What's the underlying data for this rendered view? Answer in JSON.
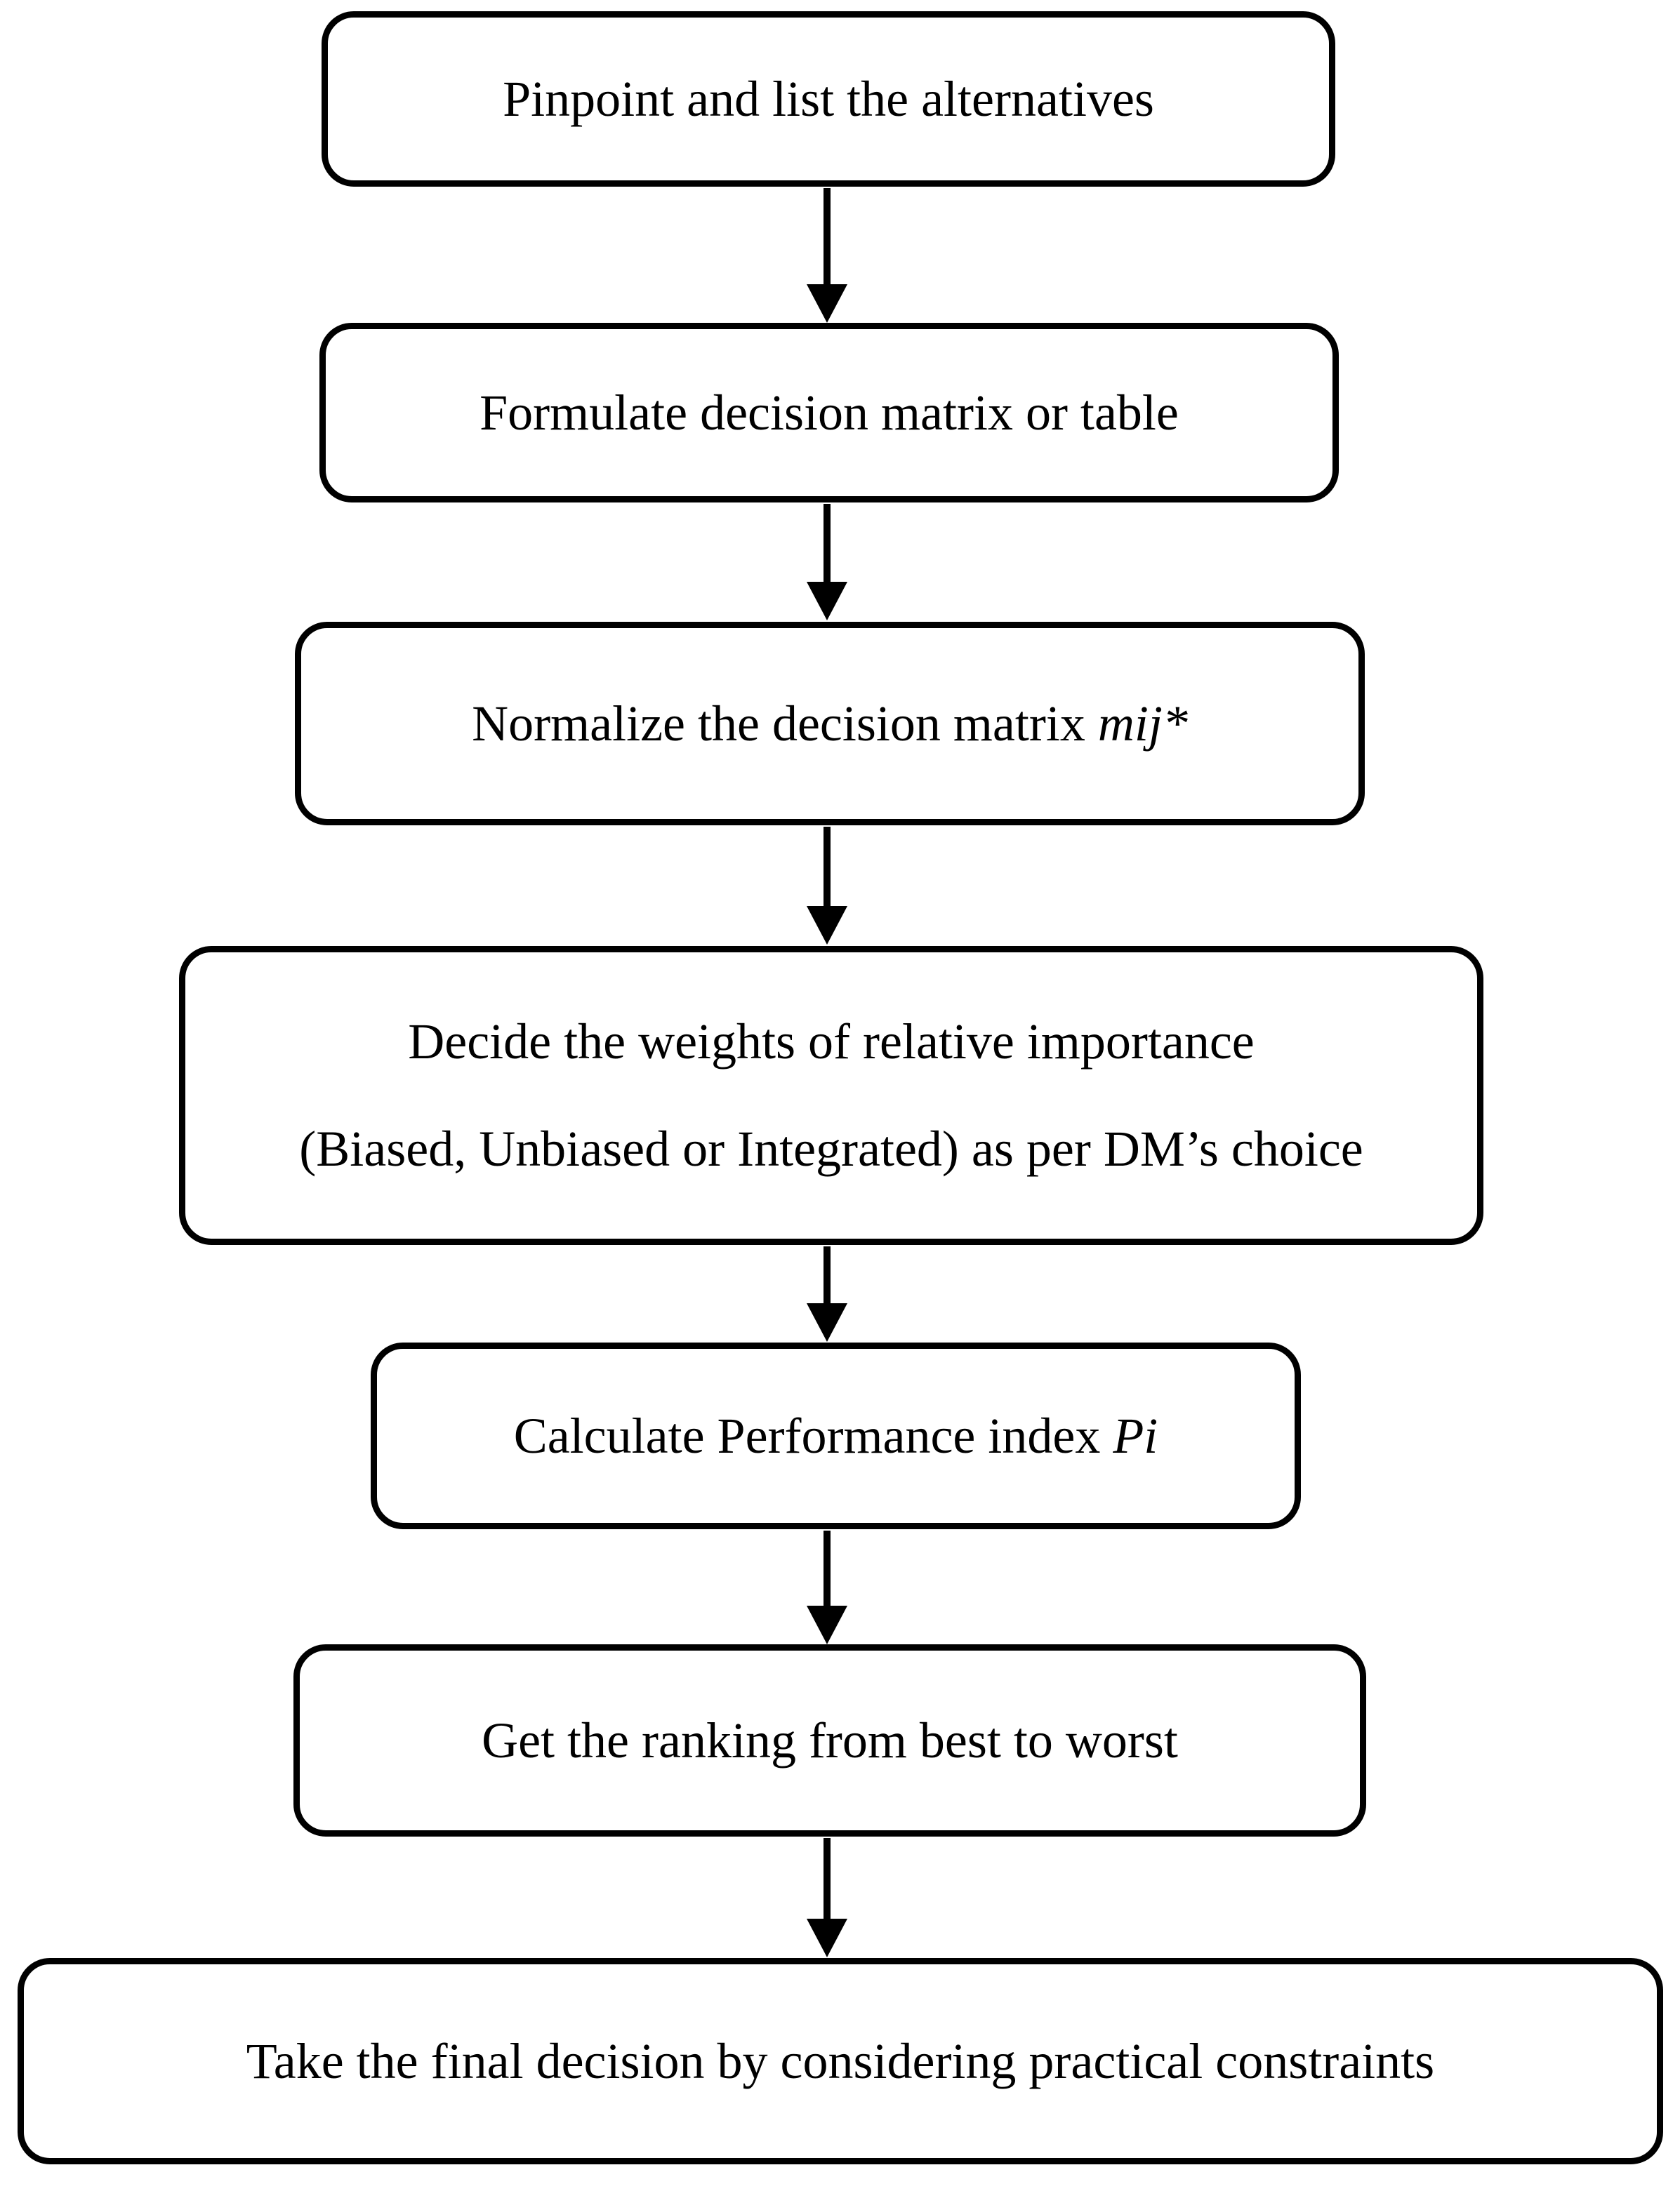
{
  "figure": {
    "type": "flowchart",
    "direction": "top-to-bottom",
    "colors": {
      "background": "#ffffff",
      "stroke": "#000000",
      "text": "#000000"
    }
  },
  "nodes": {
    "n1": {
      "text": "Pinpoint and list the alternatives"
    },
    "n2": {
      "text": "Formulate decision matrix or table"
    },
    "n3": {
      "prefix": "Normalize the decision matrix ",
      "em": "mij*"
    },
    "n4": {
      "line1": "Decide the weights of relative importance",
      "line2": "(Biased, Unbiased or Integrated) as per DM’s choice"
    },
    "n5": {
      "prefix": "Calculate Performance index ",
      "em": "Pi"
    },
    "n6": {
      "text": "Get the ranking from best to worst"
    },
    "n7": {
      "text": "Take the final decision by considering practical constraints"
    }
  },
  "edges": [
    {
      "from": "n1",
      "to": "n2"
    },
    {
      "from": "n2",
      "to": "n3"
    },
    {
      "from": "n3",
      "to": "n4"
    },
    {
      "from": "n4",
      "to": "n5"
    },
    {
      "from": "n5",
      "to": "n6"
    },
    {
      "from": "n6",
      "to": "n7"
    }
  ]
}
